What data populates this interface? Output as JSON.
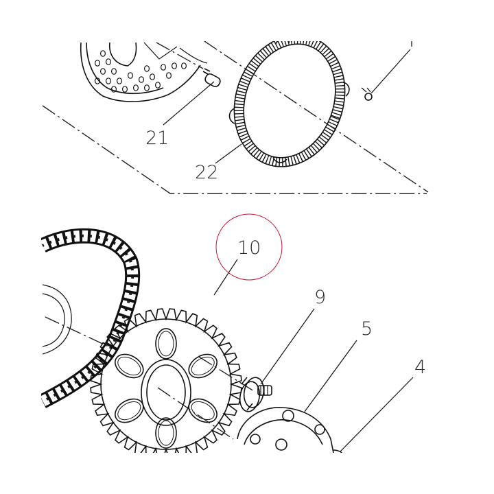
{
  "callouts": {
    "c21": "21",
    "c22": "22",
    "c10": "10",
    "c9": "9",
    "c5": "5",
    "c4": "4"
  },
  "highlight_color": "#c8102e"
}
